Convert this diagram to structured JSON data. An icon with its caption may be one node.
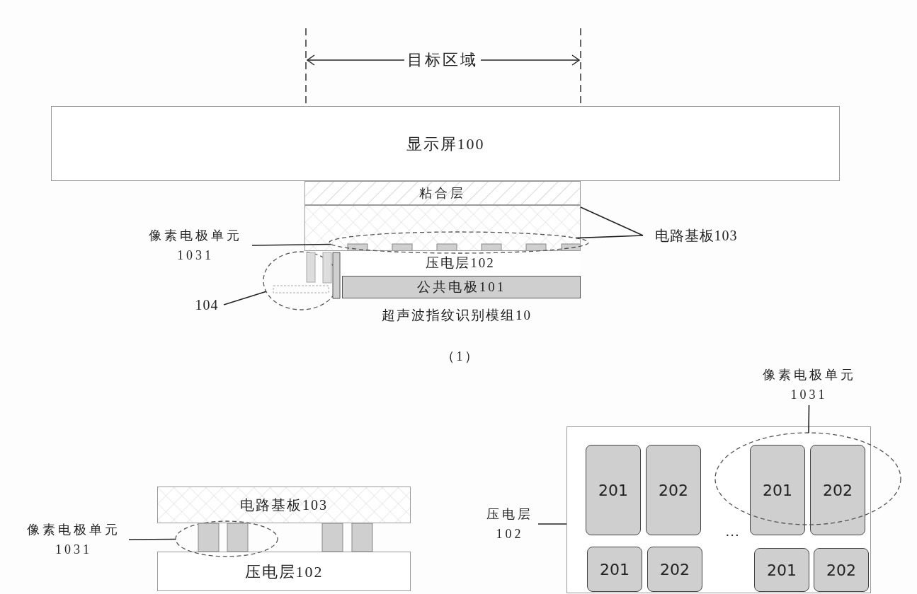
{
  "diagram": {
    "nodes": [
      {
        "text": [
          "显示屏100"
        ]
      },
      {
        "text": [
          "粘合层"
        ]
      },
      {
        "text": [],
        "shape": "box"
      },
      {
        "text": [
          "压电层102"
        ]
      },
      {
        "text": [
          "公共电极101"
        ]
      },
      {
        "text": [
          "电路基板103"
        ]
      },
      {
        "text": [],
        "shape": "ellipse"
      },
      {
        "text": [
          "像素电极单元1031"
        ]
      },
      {
        "text": [],
        "shape": "circle"
      },
      {
        "text": [
          "104"
        ]
      },
      {
        "text": [
          "电路基板103"
        ]
      },
      {
        "text": [
          "压电层102"
        ]
      },
      {
        "text": [],
        "shape": "ellipse"
      },
      {
        "text": [
          "像素电极单元1031"
        ]
      },
      {
        "text": [],
        "shape": "box"
      },
      {
        "text": [
          "压电层102"
        ]
      },
      {
        "text": [
          "201"
        ],
        "in": 14
      },
      {
        "text": [
          "202"
        ],
        "in": 14
      },
      {
        "text": [
          "201"
        ],
        "in": 14
      },
      {
        "text": [
          "202"
        ],
        "in": 14
      },
      {
        "text": [
          "201"
        ],
        "in": 14
      },
      {
        "text": [
          "202"
        ],
        "in": 14
      },
      {
        "text": [
          "201"
        ],
        "in": 14
      },
      {
        "text": [
          "202"
        ],
        "in": 14
      },
      {
        "text": [],
        "shape": "ellipse"
      },
      {
        "text": [
          "像素电极单元1031"
        ]
      }
    ],
    "edges": [
      {
        "from": 5,
        "to": 2,
        "arrow": "none"
      },
      {
        "from": 5,
        "to": 6,
        "arrow": "none"
      },
      {
        "from": 7,
        "to": 6,
        "arrow": "none"
      },
      {
        "from": 9,
        "to": 8,
        "arrow": "none"
      },
      {
        "from": 13,
        "to": 12,
        "arrow": "none"
      },
      {
        "from": 15,
        "to": 14,
        "arrow": "none"
      },
      {
        "from": 25,
        "to": 24,
        "arrow": "none"
      }
    ],
    "labels": [
      "目标区域",
      "超声波指纹识别模组10",
      "（1）",
      "..."
    ]
  }
}
